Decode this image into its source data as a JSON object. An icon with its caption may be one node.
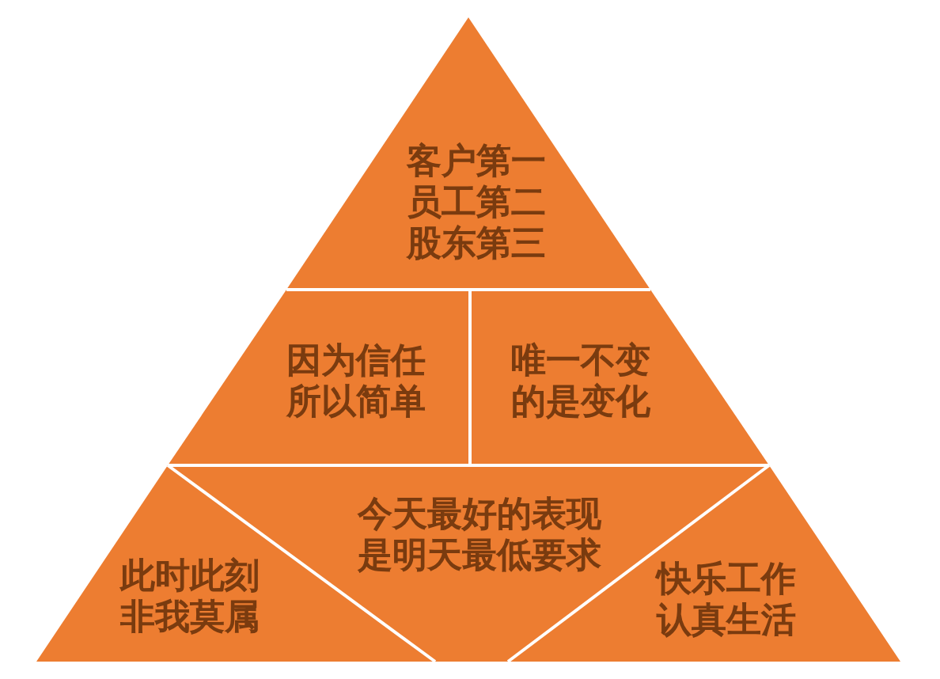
{
  "diagram": {
    "nodes": [
      {
        "text": [
          "客户第一员工第二股东第三"
        ]
      },
      {
        "text": [
          "因为信任所以简单"
        ]
      },
      {
        "text": [
          "唯一不变的是变化"
        ]
      },
      {
        "text": [
          "此时此刻非我莫属"
        ]
      },
      {
        "text": [
          "今天最好的表现是明天最低要求"
        ]
      },
      {
        "text": [
          "快乐工作认真生活"
        ]
      }
    ]
  }
}
